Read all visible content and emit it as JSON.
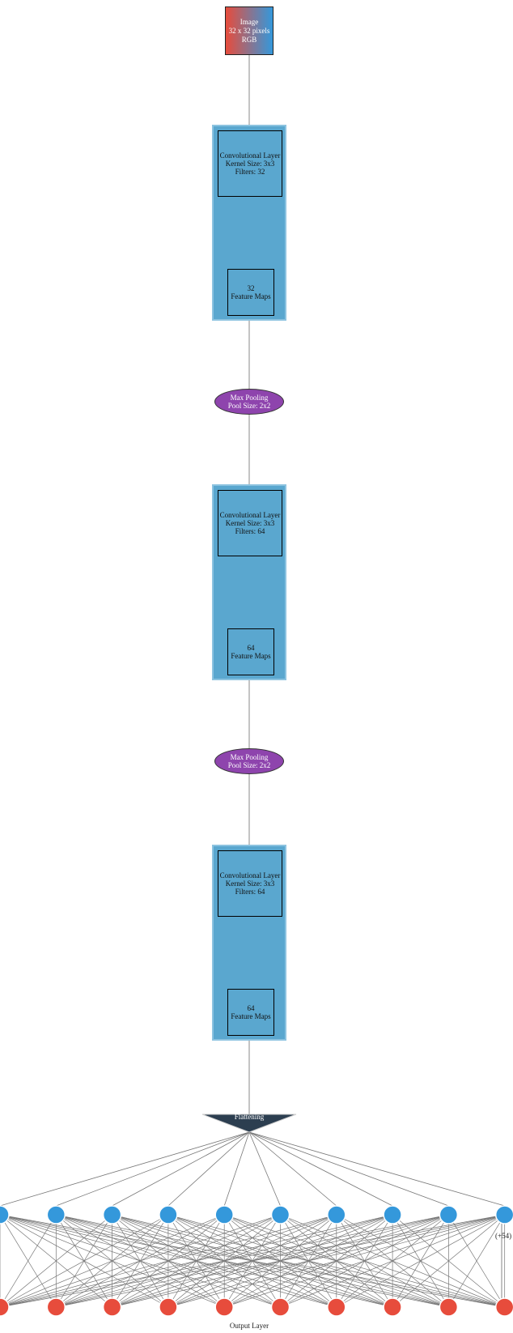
{
  "input": {
    "line1": "Image",
    "line2": "32 x 32 pixels",
    "line3": "RGB"
  },
  "conv_layers": [
    {
      "title": "Convolutional Layer",
      "kernel": "Kernel Size: 3x3",
      "filters": "Filters: 32",
      "maps_count": "32",
      "maps_label": "Feature Maps"
    },
    {
      "title": "Convolutional Layer",
      "kernel": "Kernel Size: 3x3",
      "filters": "Filters: 64",
      "maps_count": "64",
      "maps_label": "Feature Maps"
    },
    {
      "title": "Convolutional Layer",
      "kernel": "Kernel Size: 3x3",
      "filters": "Filters: 64",
      "maps_count": "64",
      "maps_label": "Feature Maps"
    }
  ],
  "pooling": [
    {
      "title": "Max Pooling",
      "size": "Pool Size: 2x2"
    },
    {
      "title": "Max Pooling",
      "size": "Pool Size: 2x2"
    }
  ],
  "flatten": {
    "label": "Flattening"
  },
  "dense": {
    "hidden_count": 10,
    "output_count": 10,
    "more_note": "(+54)"
  },
  "output_label": "Output Layer",
  "colors": {
    "conv_fill": "#5aa7cf",
    "pool_fill": "#8e44ad",
    "flatten_fill": "#2c3e50",
    "hidden_node": "#3498db",
    "output_node": "#e74c3c",
    "edge": "#777777"
  }
}
